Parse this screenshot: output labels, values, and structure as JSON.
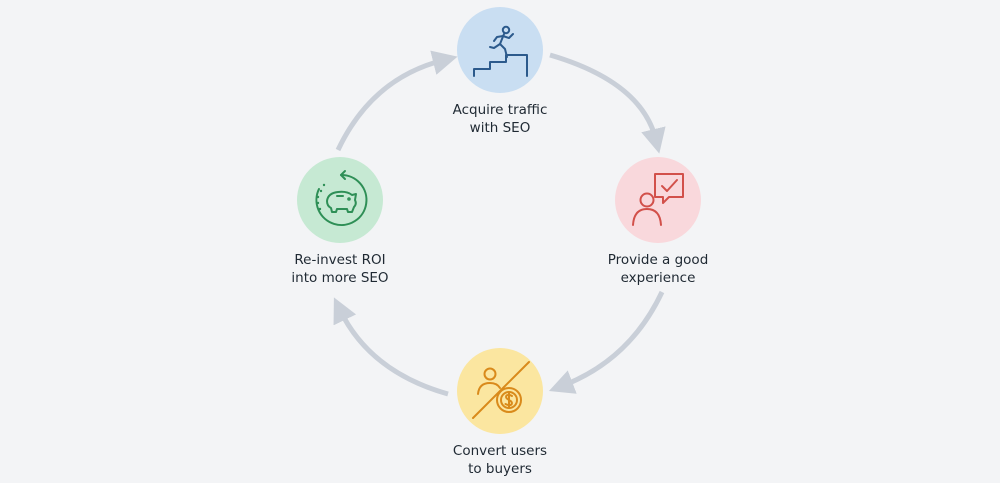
{
  "colors": {
    "background": "#f3f4f6",
    "arrow": "#c9cfd8",
    "step1_fill": "#c9def2",
    "step1_icon": "#2c5a8c",
    "step2_fill": "#f9d8dc",
    "step2_icon": "#d2504a",
    "step3_fill": "#fbe6a0",
    "step3_icon": "#d98a1b",
    "step4_fill": "#c6e9d3",
    "step4_icon": "#2e8f56"
  },
  "steps": [
    {
      "icon": "stairs-runner-icon",
      "line1": "Acquire traffic",
      "line2": "with SEO"
    },
    {
      "icon": "user-speech-check-icon",
      "line1": "Provide a good",
      "line2": "experience"
    },
    {
      "icon": "user-dollar-coin-icon",
      "line1": "Convert users",
      "line2": "to buyers"
    },
    {
      "icon": "piggy-bank-cycle-icon",
      "line1": "Re-invest ROI",
      "line2": "into more SEO"
    }
  ]
}
